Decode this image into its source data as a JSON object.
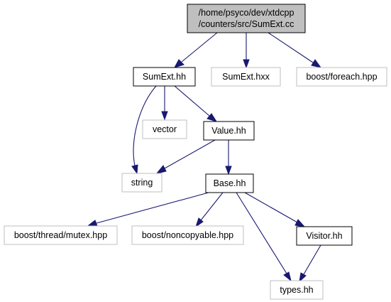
{
  "colors": {
    "edge": "#191970",
    "root_fill": "#bfbfbf",
    "node_border": "#000000",
    "external_border": "#bfbfbf"
  },
  "nodes": {
    "root": {
      "line1": "/home/psyco/dev/xtdcpp",
      "line2": "/counters/src/SumExt.cc"
    },
    "sumext_hh": "SumExt.hh",
    "sumext_hxx": "SumExt.hxx",
    "boost_foreach": "boost/foreach.hpp",
    "vector": "vector",
    "value_hh": "Value.hh",
    "string": "string",
    "base_hh": "Base.hh",
    "boost_mutex": "boost/thread/mutex.hpp",
    "boost_noncopyable": "boost/noncopyable.hpp",
    "visitor_hh": "Visitor.hh",
    "types_hh": "types.hh"
  },
  "edges": [
    [
      "root",
      "sumext_hh"
    ],
    [
      "root",
      "sumext_hxx"
    ],
    [
      "root",
      "boost_foreach"
    ],
    [
      "sumext_hh",
      "vector"
    ],
    [
      "sumext_hh",
      "value_hh"
    ],
    [
      "sumext_hh",
      "string"
    ],
    [
      "value_hh",
      "string"
    ],
    [
      "value_hh",
      "base_hh"
    ],
    [
      "base_hh",
      "boost_mutex"
    ],
    [
      "base_hh",
      "boost_noncopyable"
    ],
    [
      "base_hh",
      "visitor_hh"
    ],
    [
      "base_hh",
      "types_hh"
    ],
    [
      "visitor_hh",
      "types_hh"
    ]
  ]
}
